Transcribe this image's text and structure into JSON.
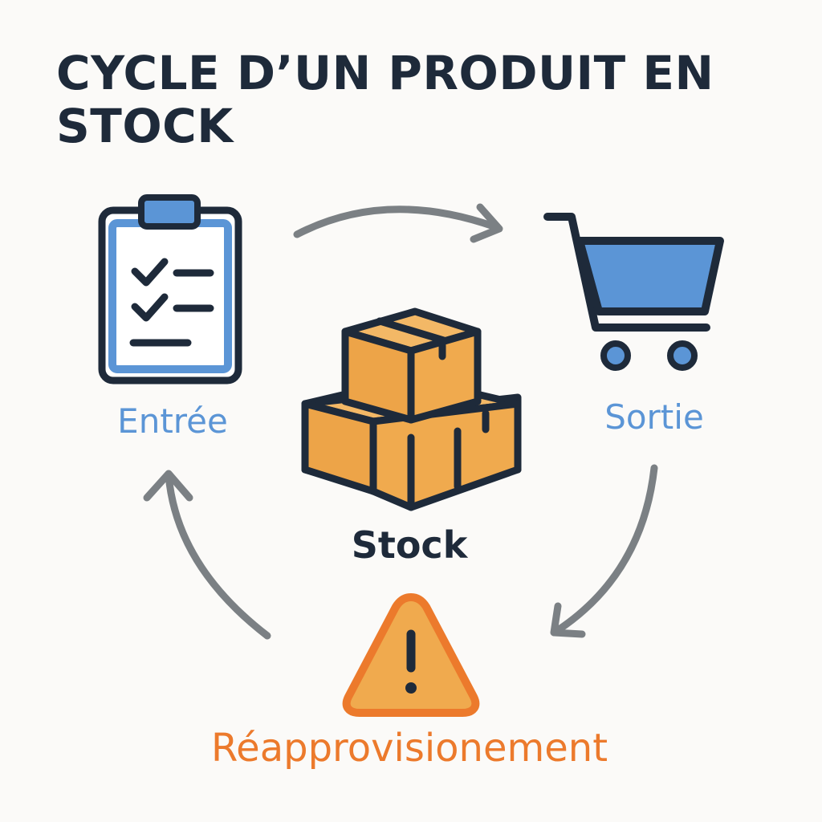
{
  "title": "CYCLE D’UN PRODUIT EN STOCK",
  "nodes": {
    "entree": {
      "label": "Entrée",
      "icon": "clipboard-checklist-icon"
    },
    "sortie": {
      "label": "Sortie",
      "icon": "shopping-cart-icon"
    },
    "stock": {
      "label": "Stock",
      "icon": "stacked-boxes-icon"
    },
    "reappro": {
      "label": "Réapprovisionement",
      "icon": "warning-triangle-icon"
    }
  },
  "colors": {
    "dark": "#1e2a3a",
    "blue": "#5b95d6",
    "orange": "#ec7a2c",
    "box": "#f0aa4e",
    "arrow": "#7b8084"
  }
}
